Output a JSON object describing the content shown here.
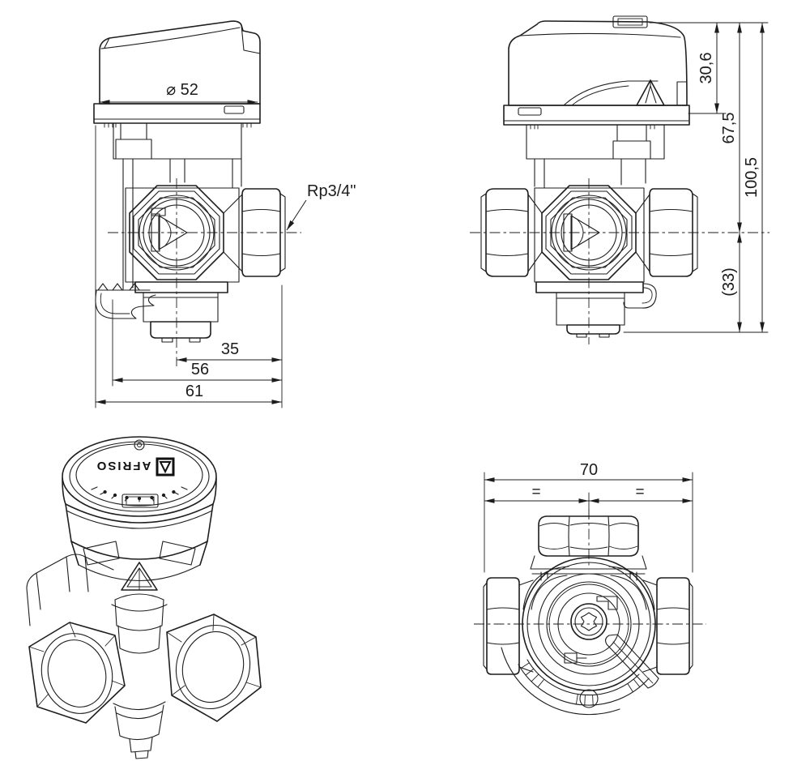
{
  "drawing": {
    "background": "#ffffff",
    "line_color": "#1e1e1e",
    "views": {
      "front": {
        "labels": {
          "actuator_diameter": "⌀ 52",
          "port_thread": "Rp3/4\"",
          "dim_center_to_port": "35",
          "dim_body_width": "56",
          "dim_total_width": "61"
        }
      },
      "side": {
        "labels": {
          "dim_actuator_head": "30,6",
          "dim_top_to_axis": "67,5",
          "dim_total_height": "100,5",
          "dim_axis_to_bottom": "(33)"
        }
      },
      "perspective": {
        "brand": "AFRISO"
      },
      "top": {
        "labels": {
          "dim_port_span": "70",
          "equal_left": "=",
          "equal_right": "="
        }
      }
    }
  }
}
